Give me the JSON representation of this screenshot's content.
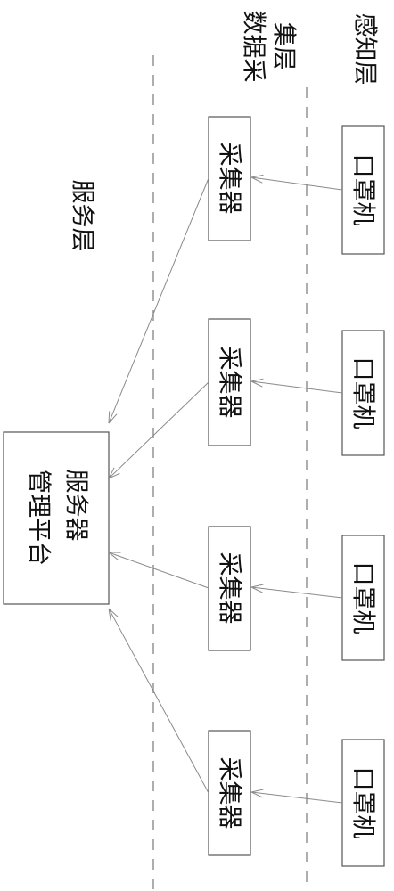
{
  "layers": {
    "service": "服务层",
    "collection_line1": "数据采",
    "collection_line2": "集层",
    "perception": "感知层"
  },
  "server": {
    "line1": "管理平台",
    "line2": "服务器"
  },
  "collectors": [
    {
      "label": "采集器"
    },
    {
      "label": "采集器"
    },
    {
      "label": "采集器"
    },
    {
      "label": "采集器"
    }
  ],
  "devices": [
    {
      "label": "口罩机"
    },
    {
      "label": "口罩机"
    },
    {
      "label": "口罩机"
    },
    {
      "label": "口罩机"
    }
  ],
  "colors": {
    "line": "#8a8a8a",
    "border": "#555555",
    "text": "#111111"
  }
}
